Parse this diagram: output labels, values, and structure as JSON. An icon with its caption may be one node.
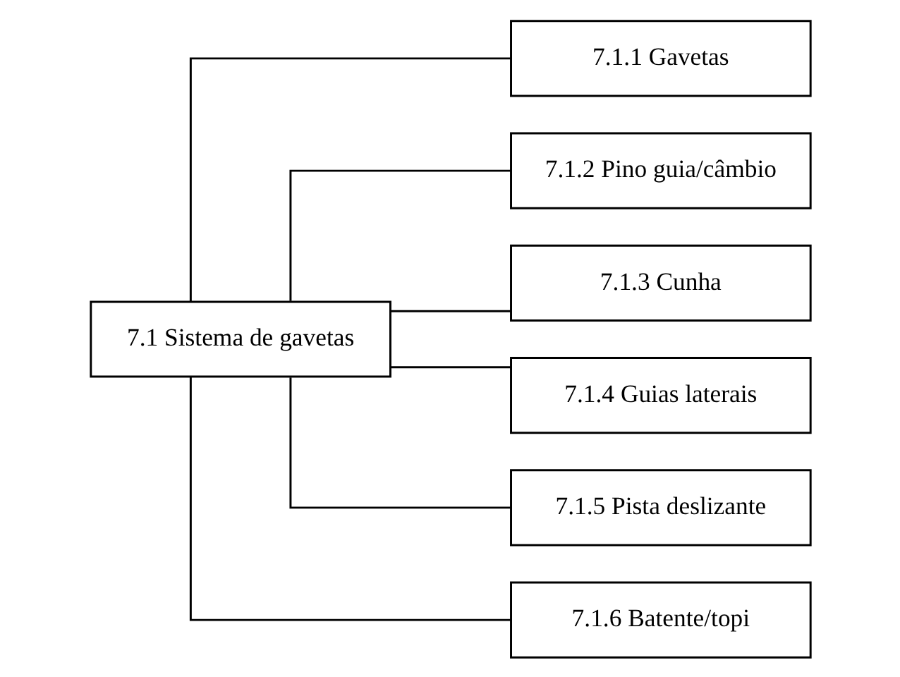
{
  "diagram": {
    "nodes": [
      {
        "text": [
          "7.1 Sistema de gavetas"
        ]
      },
      {
        "text": [
          "7.1.1 Gavetas"
        ]
      },
      {
        "text": [
          "7.1.2 Pino guia/câmbio"
        ]
      },
      {
        "text": [
          "7.1.3 Cunha"
        ]
      },
      {
        "text": [
          "7.1.4 Guias laterais"
        ]
      },
      {
        "text": [
          "7.1.5 Pista deslizante"
        ]
      },
      {
        "text": [
          "7.1.6 Batente/topi"
        ]
      }
    ],
    "edges": [
      {
        "from": 0,
        "to": 1,
        "arrow": "none"
      },
      {
        "from": 0,
        "to": 2,
        "arrow": "none"
      },
      {
        "from": 0,
        "to": 3,
        "arrow": "none"
      },
      {
        "from": 0,
        "to": 4,
        "arrow": "none"
      },
      {
        "from": 0,
        "to": 5,
        "arrow": "none"
      },
      {
        "from": 0,
        "to": 6,
        "arrow": "none"
      }
    ]
  }
}
